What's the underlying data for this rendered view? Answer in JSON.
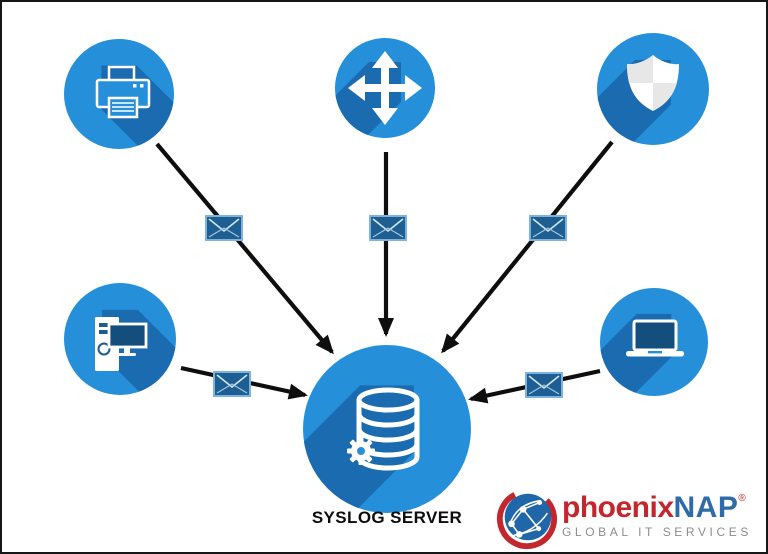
{
  "title": "Syslog server diagram",
  "colors": {
    "node_blue": "#2590d9",
    "node_shadow_blue": "#1a6bb0",
    "envelope_fill": "#1d5f92",
    "envelope_border": "#7fb3dc",
    "screen_navy": "#134e7d",
    "arrow_black": "#0e0e0e",
    "logo_red": "#c4262d",
    "logo_blue": "#2f6ba8",
    "tagline_gray": "#8d8d8d",
    "background": "#ffffff"
  },
  "diagram": {
    "center_label": "SYSLOG SERVER",
    "nodes": [
      {
        "id": "printer",
        "icon": "printer-icon",
        "position": "top-left"
      },
      {
        "id": "network-device",
        "icon": "four-way-arrows-icon",
        "position": "top-center"
      },
      {
        "id": "security-shield",
        "icon": "shield-icon",
        "position": "top-right"
      },
      {
        "id": "workstation",
        "icon": "desktop-computer-icon",
        "position": "middle-left"
      },
      {
        "id": "laptop",
        "icon": "laptop-icon",
        "position": "middle-right"
      },
      {
        "id": "syslog-server",
        "icon": "database-gear-icon",
        "position": "bottom-center",
        "label": "SYSLOG SERVER"
      }
    ],
    "edges": [
      {
        "from": "printer",
        "to": "syslog-server",
        "marker": "envelope-icon"
      },
      {
        "from": "network-device",
        "to": "syslog-server",
        "marker": "envelope-icon"
      },
      {
        "from": "security-shield",
        "to": "syslog-server",
        "marker": "envelope-icon"
      },
      {
        "from": "workstation",
        "to": "syslog-server",
        "marker": "envelope-icon"
      },
      {
        "from": "laptop",
        "to": "syslog-server",
        "marker": "envelope-icon"
      }
    ]
  },
  "logo": {
    "brand_red": "phoenix",
    "brand_blue": "NAP",
    "registered": "®",
    "tagline": "GLOBAL IT SERVICES",
    "icon": "globe-network-icon"
  }
}
